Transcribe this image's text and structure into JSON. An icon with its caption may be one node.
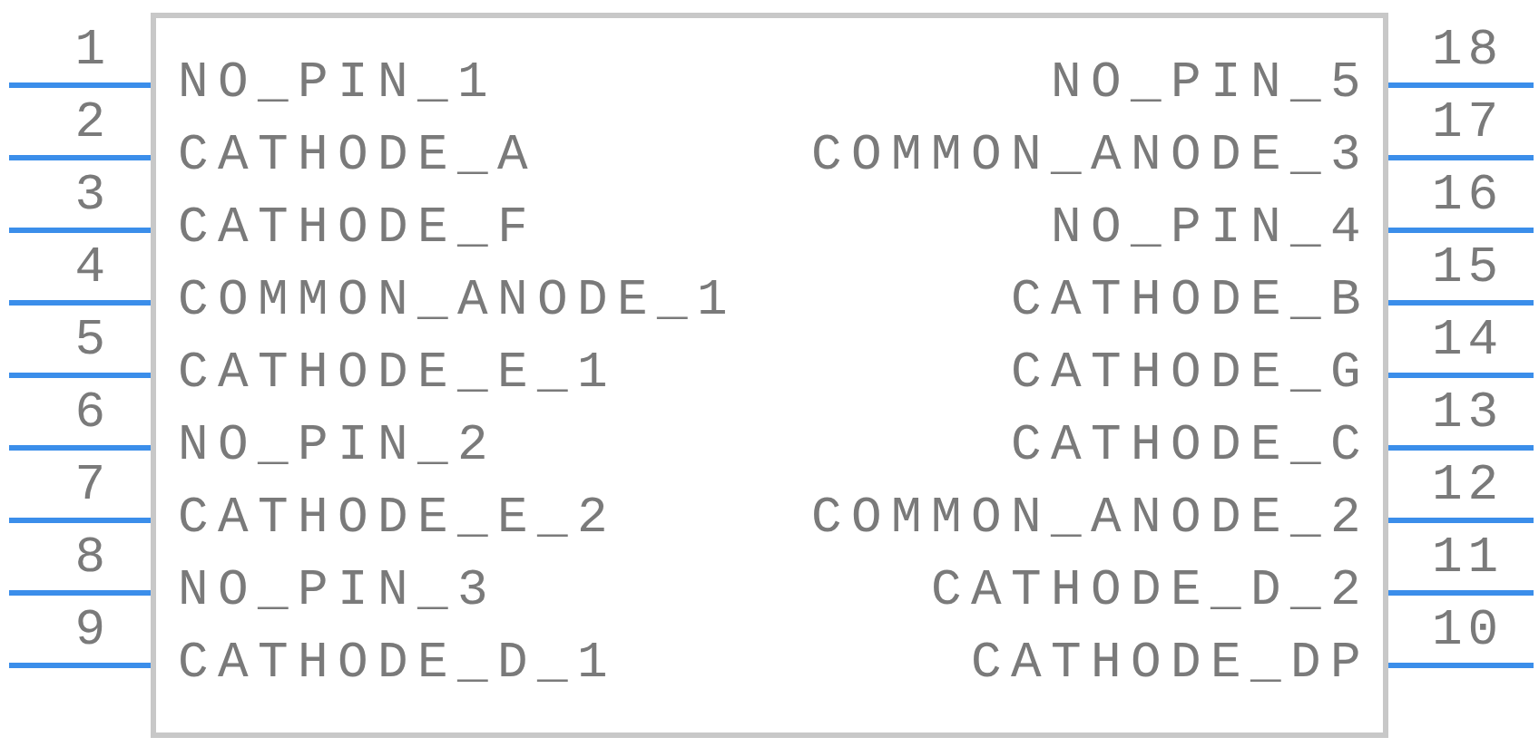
{
  "diagram": {
    "nodes": [
      {
        "text": [
          "NO_PIN_1",
          "NO_PIN_5",
          "CATHODE_A",
          "COMMON_ANODE_3",
          "CATHODE_F",
          "NO_PIN_4",
          "COMMON_ANODE_1",
          "CATHODE_B",
          "CATHODE_E_1",
          "CATHODE_G",
          "NO_PIN_2",
          "CATHODE_C",
          "CATHODE_E_2",
          "COMMON_ANODE_2",
          "NO_PIN_3",
          "CATHODE_D_2",
          "CATHODE_D_1",
          "CATHODE_DP"
        ]
      }
    ],
    "labels": [
      "1",
      "18",
      "2",
      "17",
      "3",
      "16",
      "4",
      "15",
      "5",
      "14",
      "6",
      "13",
      "7",
      "12",
      "8",
      "11",
      "9",
      "10"
    ]
  }
}
